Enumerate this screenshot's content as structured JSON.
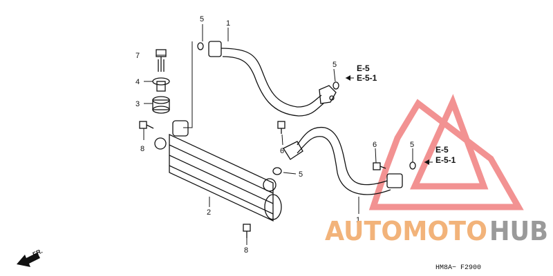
{
  "parts": [
    {
      "id": "p1a",
      "number": "1"
    },
    {
      "id": "p1b",
      "number": "1"
    },
    {
      "id": "p2",
      "number": "2"
    },
    {
      "id": "p3",
      "number": "3"
    },
    {
      "id": "p4",
      "number": "4"
    },
    {
      "id": "p5a",
      "number": "5"
    },
    {
      "id": "p5b",
      "number": "5"
    },
    {
      "id": "p5c",
      "number": "5"
    },
    {
      "id": "p5d",
      "number": "5"
    },
    {
      "id": "p6a",
      "number": "6"
    },
    {
      "id": "p6b",
      "number": "6"
    },
    {
      "id": "p7",
      "number": "7"
    },
    {
      "id": "p8a",
      "number": "8"
    },
    {
      "id": "p8b",
      "number": "8"
    }
  ],
  "references": {
    "top_primary": "E-5",
    "top_secondary": "E-5-1",
    "right_primary": "E-5",
    "right_secondary": "E-5-1"
  },
  "direction_label": "FR.",
  "diagram_code": "HM8A− F2900",
  "watermark": {
    "part1": "AUTOMOTO",
    "part2": "HUB"
  },
  "colors": {
    "line": "#111111",
    "watermark_orange": "#f2b37a",
    "watermark_grey": "#9a9a9a",
    "watermark_red": "#f08080"
  }
}
